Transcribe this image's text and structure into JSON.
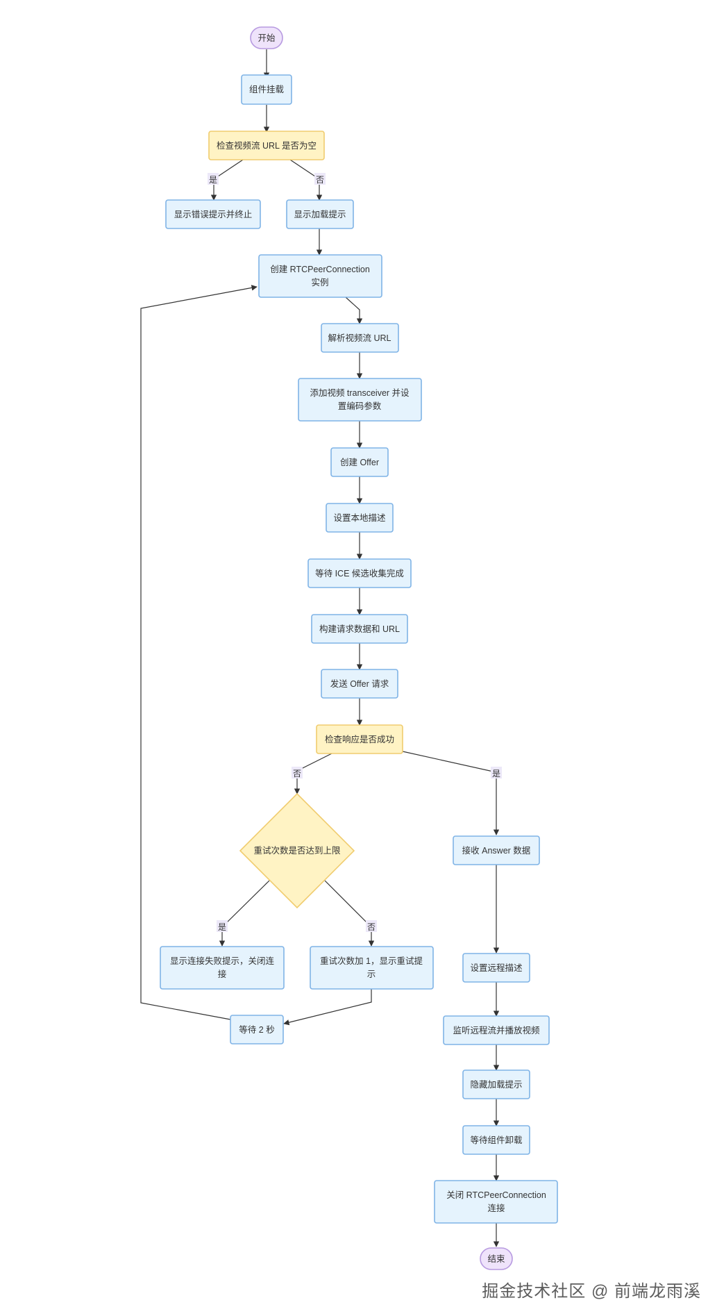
{
  "nodes": {
    "start": "开始",
    "mount": "组件挂载",
    "check_url": "检查视频流 URL 是否为空",
    "show_error": "显示错误提示并终止",
    "show_loading": "显示加载提示",
    "create_pc": [
      "创建 RTCPeerConnection",
      "实例"
    ],
    "parse_url": "解析视频流 URL",
    "add_transceiver": [
      "添加视频 transceiver 并设",
      "置编码参数"
    ],
    "create_offer": "创建 Offer",
    "set_local": "设置本地描述",
    "wait_ice": "等待 ICE 候选收集完成",
    "build_request": "构建请求数据和 URL",
    "send_offer": "发送 Offer 请求",
    "check_response": "检查响应是否成功",
    "retry_limit": "重试次数是否达到上限",
    "recv_answer": "接收 Answer 数据",
    "show_fail": [
      "显示连接失败提示，关闭连",
      "接"
    ],
    "retry_inc": [
      "重试次数加 1，显示重试提",
      "示"
    ],
    "wait_2s": "等待 2 秒",
    "set_remote": "设置远程描述",
    "listen_stream": "监听远程流并播放视频",
    "hide_loading": "隐藏加载提示",
    "wait_unmount": "等待组件卸载",
    "close_pc": [
      "关闭 RTCPeerConnection",
      "连接"
    ],
    "end": "结束"
  },
  "edge_labels": {
    "yes": "是",
    "no": "否"
  },
  "watermark": "掘金技术社区 @ 前端龙雨溪",
  "colors": {
    "process_fill": "#e5f3fd",
    "process_stroke": "#7fb3e6",
    "decision_fill": "#fff3c4",
    "decision_stroke": "#f0cc6e",
    "terminal_fill": "#efe3fb",
    "terminal_stroke": "#b79ae0",
    "edge": "#333333"
  }
}
